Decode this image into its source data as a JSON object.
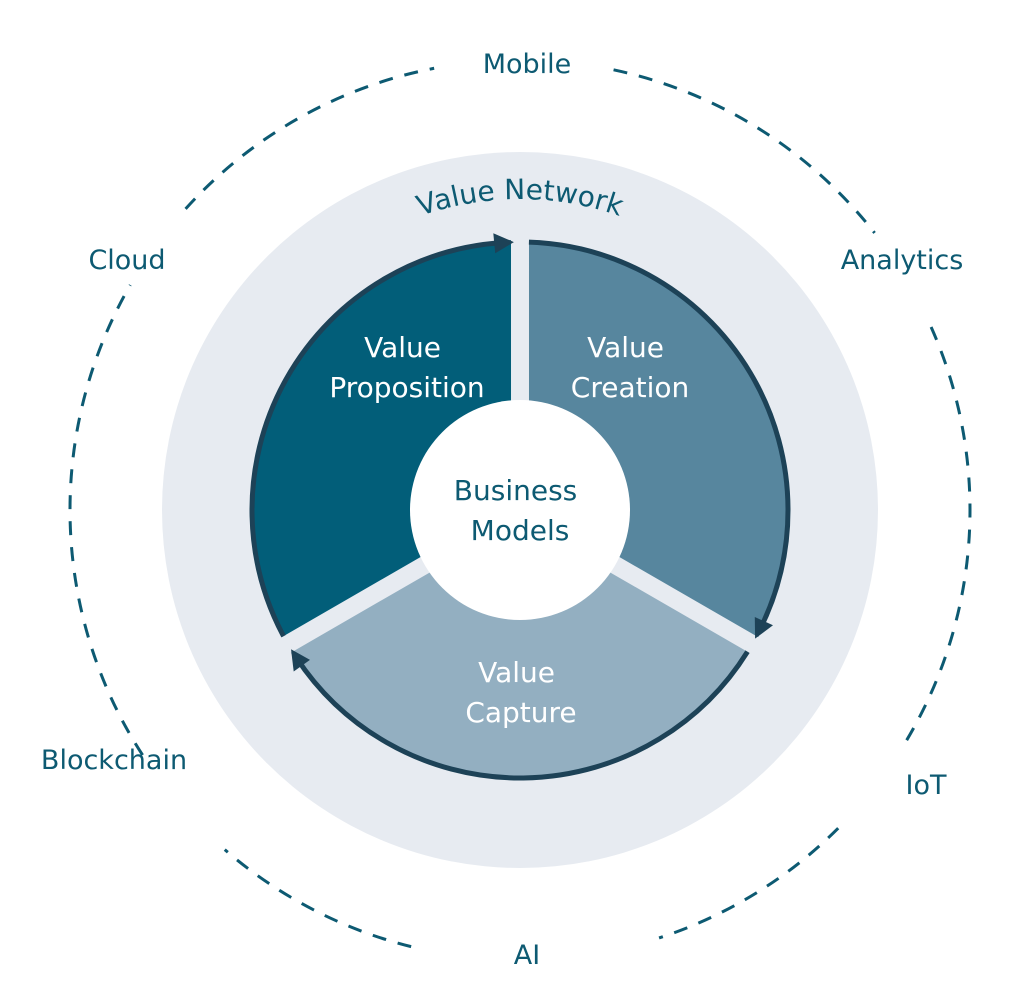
{
  "diagram": {
    "title": "Business Models",
    "center": {
      "lines": [
        "Business",
        "Models"
      ]
    },
    "network_label": "Value Network",
    "segments": [
      {
        "id": "value-proposition",
        "lines": [
          "Value",
          "Proposition"
        ],
        "color": "#025e79",
        "start_deg": 150,
        "end_deg": 270
      },
      {
        "id": "value-creation",
        "lines": [
          "Value",
          "Creation"
        ],
        "color": "#57869e",
        "start_deg": 270,
        "end_deg": 390
      },
      {
        "id": "value-capture",
        "lines": [
          "Value",
          "Capture"
        ],
        "color": "#93afc1",
        "start_deg": 30,
        "end_deg": 150
      }
    ],
    "flow_direction": "clockwise",
    "technologies": [
      {
        "id": "mobile",
        "label": "Mobile"
      },
      {
        "id": "analytics",
        "label": "Analytics"
      },
      {
        "id": "iot",
        "label": "IoT"
      },
      {
        "id": "ai",
        "label": "AI"
      },
      {
        "id": "blockchain",
        "label": "Blockchain"
      },
      {
        "id": "cloud",
        "label": "Cloud"
      }
    ],
    "colors": {
      "text": "#0d5a72",
      "arrow": "#1d4257",
      "background_disc": "#e7ebf1",
      "dashed_ring": "#0d5a72",
      "center_fill": "#ffffff"
    }
  }
}
